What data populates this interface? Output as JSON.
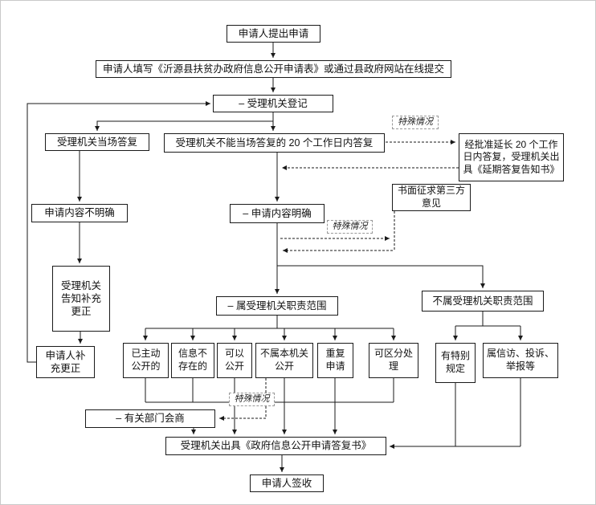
{
  "diagram": {
    "nodes": {
      "submit": {
        "label": "申请人提出申请"
      },
      "fill_form": {
        "label": "申请人填写《沂源县扶贫办政府信息公开申请表》或通过县政府网站在线提交"
      },
      "register": {
        "label": "– 受理机关登记"
      },
      "onspot_reply": {
        "label": "受理机关当场答复"
      },
      "reply_20days": {
        "label": "受理机关不能当场答复的 20 个工作日内答复"
      },
      "special1": {
        "label": "特殊情况"
      },
      "extend": {
        "label": "经批准延长 20 个工作日内答复，受理机关出具《延期答复告知书》"
      },
      "third_party": {
        "label": "书面征求第三方意见"
      },
      "unclear": {
        "label": "申请内容不明确"
      },
      "clear": {
        "label": "– 申请内容明确"
      },
      "special2": {
        "label": "特殊情况"
      },
      "notify_supplement": {
        "label": "受理机关告知补充更正"
      },
      "applicant_supplement": {
        "label": "申请人补充更正"
      },
      "in_scope": {
        "label": "– 属受理机关职责范围"
      },
      "out_scope": {
        "label": "不属受理机关职责范围"
      },
      "already_public": {
        "label": "已主动公开的"
      },
      "not_exist": {
        "label": "信息不存在的"
      },
      "can_public": {
        "label": "可以公开"
      },
      "other_org": {
        "label": "不属本机关公开"
      },
      "duplicate": {
        "label": "重复申请"
      },
      "separable": {
        "label": "可区分处理"
      },
      "special_rules": {
        "label": "有特别规定"
      },
      "petition": {
        "label": "属信访、投诉、举报等"
      },
      "special3": {
        "label": "特殊情况"
      },
      "consult": {
        "label": "– 有关部门会商"
      },
      "reply_doc": {
        "label": "受理机关出具《政府信息公开申请答复书》"
      },
      "sign": {
        "label": "申请人签收"
      }
    }
  }
}
